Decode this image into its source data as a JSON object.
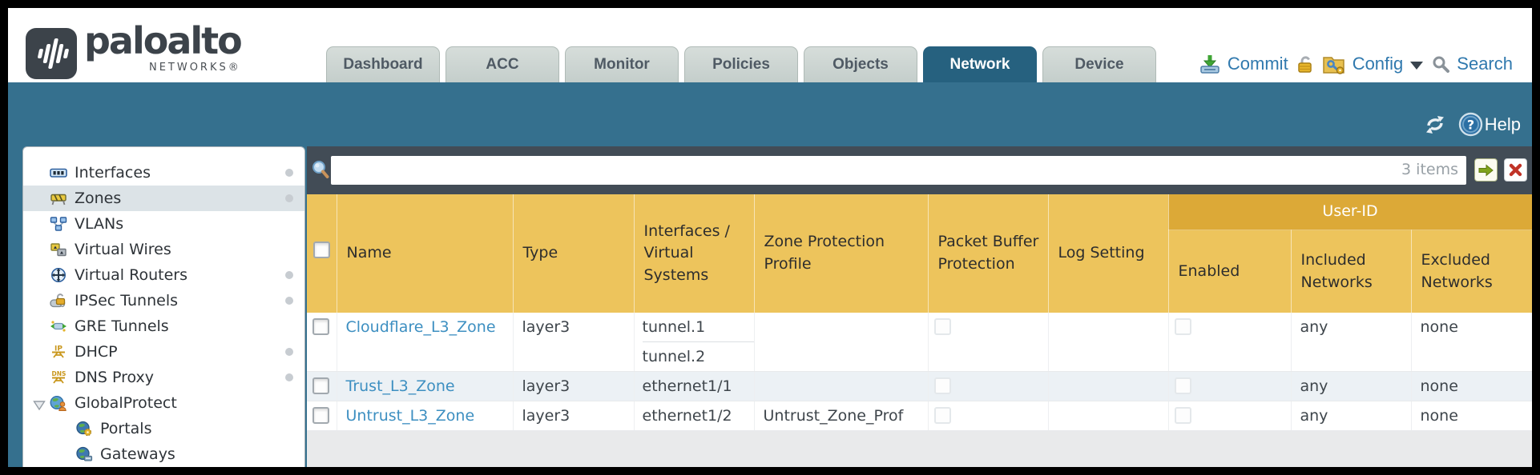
{
  "brand": {
    "wordmark": "paloalto",
    "subtitle": "NETWORKS®"
  },
  "nav": {
    "tabs": [
      {
        "label": "Dashboard",
        "active": false
      },
      {
        "label": "ACC",
        "active": false
      },
      {
        "label": "Monitor",
        "active": false
      },
      {
        "label": "Policies",
        "active": false
      },
      {
        "label": "Objects",
        "active": false
      },
      {
        "label": "Network",
        "active": true
      },
      {
        "label": "Device",
        "active": false
      }
    ]
  },
  "utilities": {
    "commit_label": "Commit",
    "config_label": "Config",
    "search_label": "Search"
  },
  "teal_band": {
    "help_label": "Help"
  },
  "filter_bar": {
    "value": "",
    "placeholder": "",
    "items_count": "3 items"
  },
  "sidebar": {
    "items": [
      {
        "label": "Interfaces",
        "has_status_dot": true,
        "selected": false
      },
      {
        "label": "Zones",
        "has_status_dot": true,
        "selected": true
      },
      {
        "label": "VLANs",
        "has_status_dot": false
      },
      {
        "label": "Virtual Wires",
        "has_status_dot": false
      },
      {
        "label": "Virtual Routers",
        "has_status_dot": true
      },
      {
        "label": "IPSec Tunnels",
        "has_status_dot": true
      },
      {
        "label": "GRE Tunnels",
        "has_status_dot": false
      },
      {
        "label": "DHCP",
        "has_status_dot": true
      },
      {
        "label": "DNS Proxy",
        "has_status_dot": true
      },
      {
        "label": "GlobalProtect",
        "has_status_dot": false,
        "expanded": true
      },
      {
        "label": "Portals",
        "child": true
      },
      {
        "label": "Gateways",
        "child": true
      }
    ]
  },
  "table": {
    "group_header": "User-ID",
    "columns": [
      "Name",
      "Type",
      "Interfaces / Virtual Systems",
      "Zone Protection Profile",
      "Packet Buffer Protection",
      "Log Setting",
      "Enabled",
      "Included Networks",
      "Excluded Networks"
    ],
    "rows": [
      {
        "name": "Cloudflare_L3_Zone",
        "type": "layer3",
        "interfaces": [
          "tunnel.1",
          "tunnel.2"
        ],
        "zone_protection_profile": "",
        "log_setting": "",
        "included_networks": "any",
        "excluded_networks": "none"
      },
      {
        "name": "Trust_L3_Zone",
        "type": "layer3",
        "interfaces": [
          "ethernet1/1"
        ],
        "zone_protection_profile": "",
        "log_setting": "",
        "included_networks": "any",
        "excluded_networks": "none"
      },
      {
        "name": "Untrust_L3_Zone",
        "type": "layer3",
        "interfaces": [
          "ethernet1/2"
        ],
        "zone_protection_profile": "Untrust_Zone_Prof",
        "log_setting": "",
        "included_networks": "any",
        "excluded_networks": "none"
      }
    ]
  },
  "colors": {
    "teal_band": "#35708E",
    "active_tab": "#26617F",
    "header_gold": "#EDC45C",
    "header_gold_dark": "#DCA937",
    "toolbar_dark": "#424C56",
    "link_blue": "#3D8FC1",
    "top_link_blue": "#3079AE"
  }
}
